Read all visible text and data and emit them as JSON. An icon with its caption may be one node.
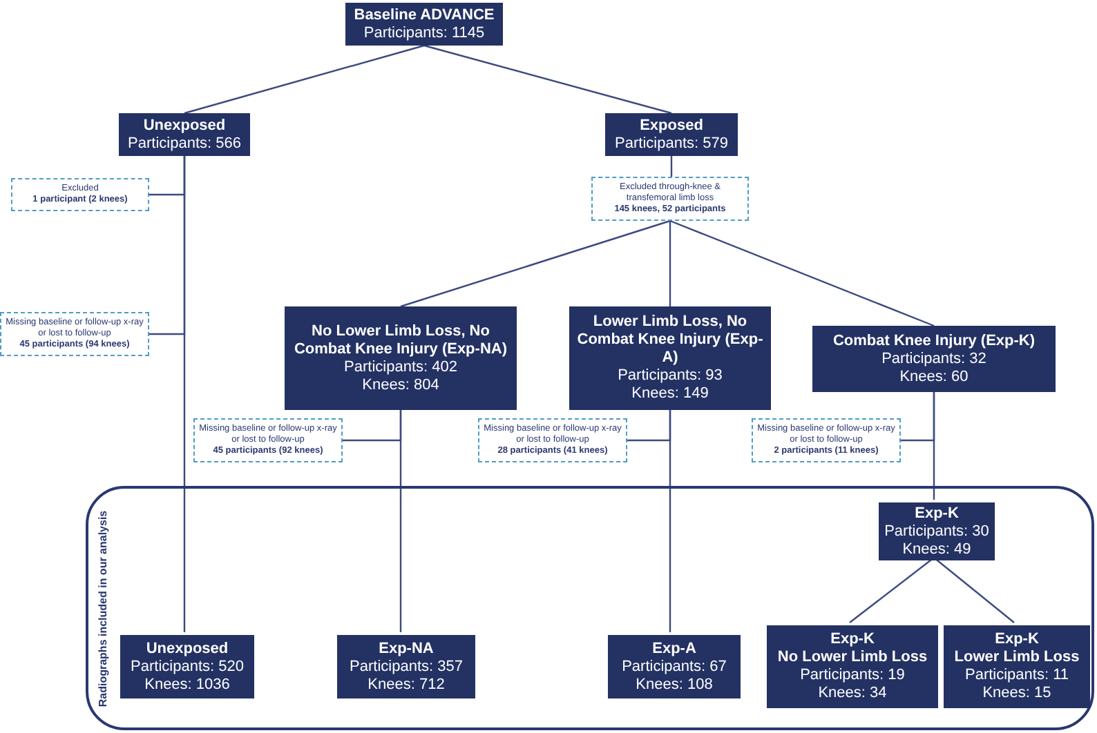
{
  "diagram": {
    "nodes": [
      {
        "text": [
          "Baseline ADVANCE",
          "Participants: 1145"
        ]
      },
      {
        "text": [
          "Unexposed",
          "Participants: 566"
        ]
      },
      {
        "text": [
          "Exposed",
          "Participants: 579"
        ]
      },
      {
        "text": [
          "Excluded",
          "1 participant (2 knees)"
        ]
      },
      {
        "text": [
          "Excluded through-knee & transfemoral limb loss",
          "145 knees, 52 participants"
        ]
      },
      {
        "text": [
          "Missing baseline or follow-up x-ray or lost to follow-up",
          "45 participants (94 knees)"
        ]
      },
      {
        "text": [
          "No Lower Limb Loss, No Combat Knee Injury (Exp-NA)",
          "Participants: 402",
          "Knees: 804"
        ]
      },
      {
        "text": [
          "Lower Limb Loss, No Combat Knee Injury (Exp-A)",
          "Participants: 93",
          "Knees: 149"
        ]
      },
      {
        "text": [
          "Combat Knee Injury (Exp-K)",
          "Participants: 32",
          "Knees: 60"
        ]
      },
      {
        "text": [
          "Missing baseline or follow-up x-ray or lost to follow-up",
          "45 participants (92 knees)"
        ]
      },
      {
        "text": [
          "Missing baseline or follow-up x-ray or lost to follow-up",
          "28 participants (41 knees)"
        ]
      },
      {
        "text": [
          "Missing baseline or follow-up x-ray or lost to follow-up",
          "2 participants (11 knees)"
        ]
      },
      {
        "text": [
          "Radiographs included in our analysis"
        ]
      },
      {
        "text": [
          "Exp-K",
          "Participants: 30",
          "Knees: 49"
        ],
        "in": 12
      },
      {
        "text": [
          "Unexposed",
          "Participants: 520",
          "Knees: 1036"
        ],
        "in": 12
      },
      {
        "text": [
          "Exp-NA",
          "Participants: 357",
          "Knees: 712"
        ],
        "in": 12
      },
      {
        "text": [
          "Exp-A",
          "Participants: 67",
          "Knees: 108"
        ],
        "in": 12
      },
      {
        "text": [
          "Exp-K",
          "No Lower Limb Loss",
          "Participants: 19",
          "Knees: 34"
        ],
        "in": 12
      },
      {
        "text": [
          "Exp-K",
          "Lower Limb Loss",
          "Participants: 11",
          "Knees: 15"
        ],
        "in": 12
      }
    ],
    "edges": [
      {
        "from": 0,
        "to": 1,
        "arrow": "none"
      },
      {
        "from": 0,
        "to": 2,
        "arrow": "none"
      },
      {
        "from": 1,
        "to": 14,
        "arrow": "none"
      },
      {
        "from": 1,
        "to": 3,
        "arrow": "none"
      },
      {
        "from": 1,
        "to": 5,
        "arrow": "none"
      },
      {
        "from": 2,
        "to": 4,
        "arrow": "none"
      },
      {
        "from": 4,
        "to": 6,
        "arrow": "none"
      },
      {
        "from": 4,
        "to": 7,
        "arrow": "none"
      },
      {
        "from": 4,
        "to": 8,
        "arrow": "none"
      },
      {
        "from": 6,
        "to": 15,
        "arrow": "none"
      },
      {
        "from": 6,
        "to": 9,
        "arrow": "none"
      },
      {
        "from": 7,
        "to": 16,
        "arrow": "none"
      },
      {
        "from": 7,
        "to": 10,
        "arrow": "none"
      },
      {
        "from": 8,
        "to": 13,
        "arrow": "none"
      },
      {
        "from": 8,
        "to": 11,
        "arrow": "none"
      },
      {
        "from": 13,
        "to": 17,
        "arrow": "none"
      },
      {
        "from": 13,
        "to": 18,
        "arrow": "none"
      }
    ]
  }
}
